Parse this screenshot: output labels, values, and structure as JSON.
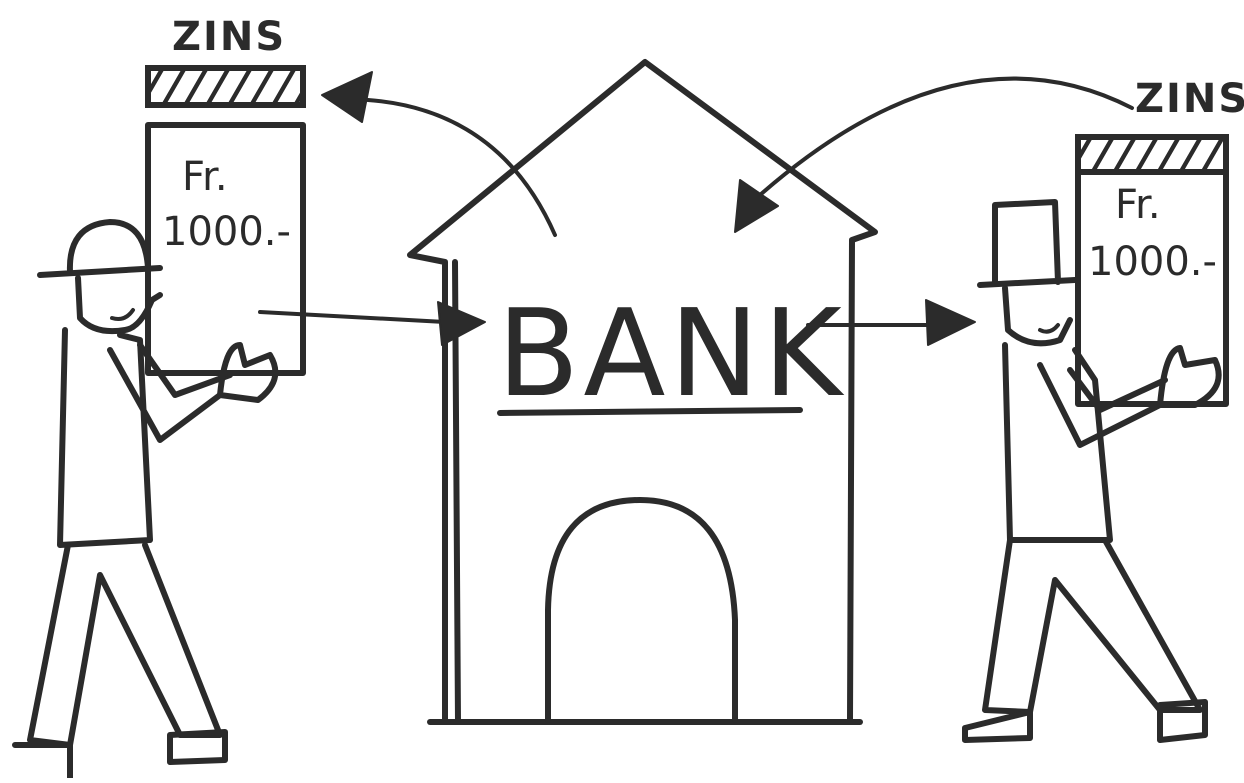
{
  "diagram": {
    "bank_label": "BANK",
    "left_depositor": {
      "interest_label": "ZINS",
      "note_currency": "Fr.",
      "note_amount": "1000.-"
    },
    "right_borrower": {
      "interest_label": "ZINS",
      "note_currency": "Fr.",
      "note_amount": "1000.-"
    }
  }
}
